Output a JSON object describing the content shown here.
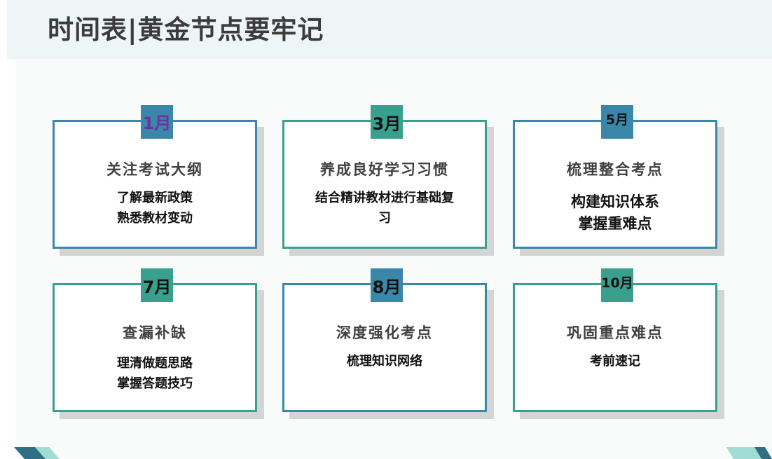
{
  "page": {
    "title": "时间表|黄金节点要牢记"
  },
  "cards": [
    {
      "month": "1月",
      "heading": "关注考试大纲",
      "lines": [
        "了解最新政策",
        "熟悉教材变动"
      ]
    },
    {
      "month": "3月",
      "heading": "养成良好学习习惯",
      "lines": [
        "结合精讲教材进行基础复",
        "习"
      ]
    },
    {
      "month": "5月",
      "heading": "梳理整合考点",
      "lines": [
        "构建知识体系",
        "掌握重难点"
      ]
    },
    {
      "month": "7月",
      "heading": "查漏补缺",
      "lines": [
        "理清做题思路",
        "掌握答题技巧"
      ]
    },
    {
      "month": "8月",
      "heading": "深度强化考点",
      "lines": [
        "梳理知识网络"
      ]
    },
    {
      "month": "10月",
      "heading": "巩固重点难点",
      "lines": [
        "考前速记"
      ]
    }
  ],
  "colors": {
    "blue": "#3a87a9",
    "teal": "#3aa08e",
    "title_text": "#3c3c3c",
    "month_highlight": "#7030a0"
  }
}
